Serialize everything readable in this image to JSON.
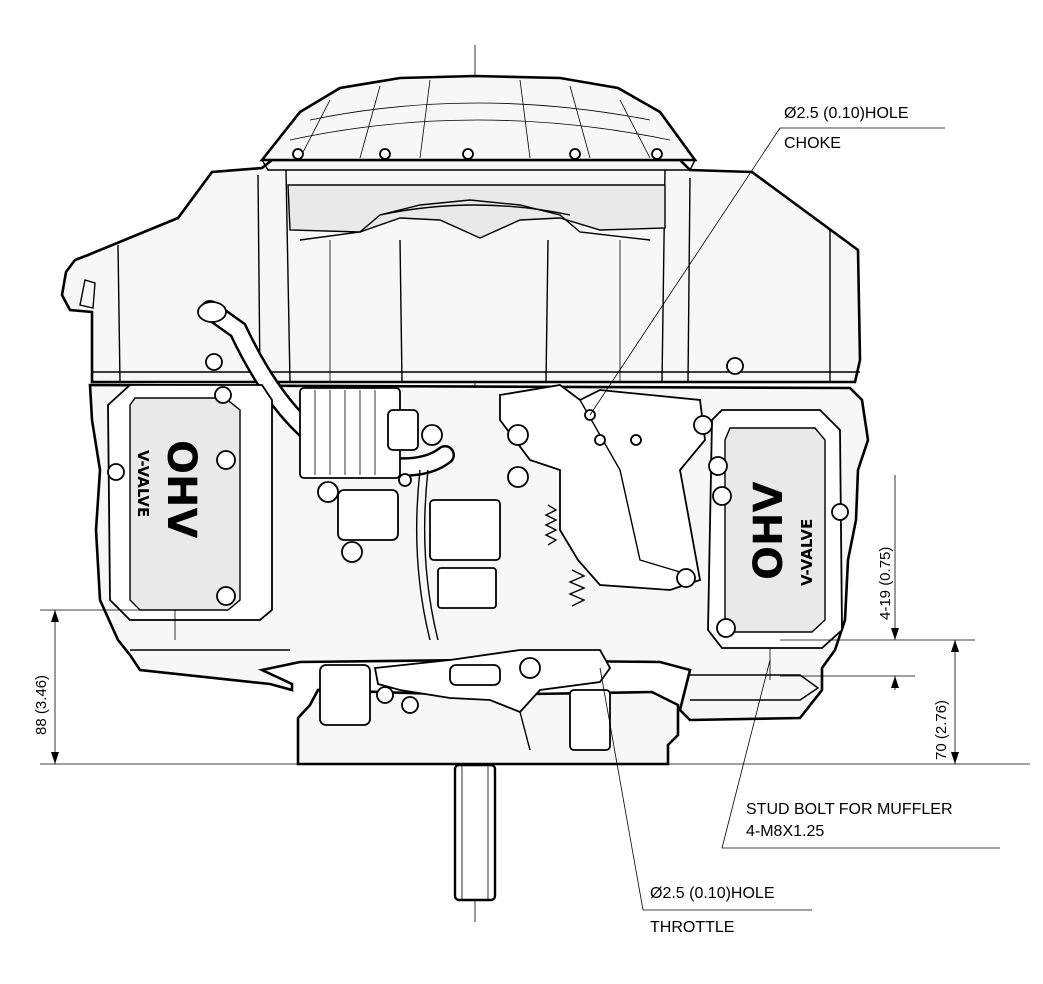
{
  "callouts": {
    "choke_hole": "Ø2.5 (0.10)HOLE",
    "choke": "CHOKE",
    "stud_bolt": "STUD BOLT FOR MUFFLER",
    "stud_thread": "4-M8X1.25",
    "throttle_hole": "Ø2.5 (0.10)HOLE",
    "throttle": "THROTTLE"
  },
  "dimensions": {
    "left_height": "88  (3.46)",
    "right_upper": "4-19  (0.75)",
    "right_lower": "70  (2.76)"
  },
  "logos": {
    "left_main": "OHV",
    "left_sub": "V-VALVE",
    "right_main": "OHV",
    "right_sub": "V-VALVE"
  }
}
